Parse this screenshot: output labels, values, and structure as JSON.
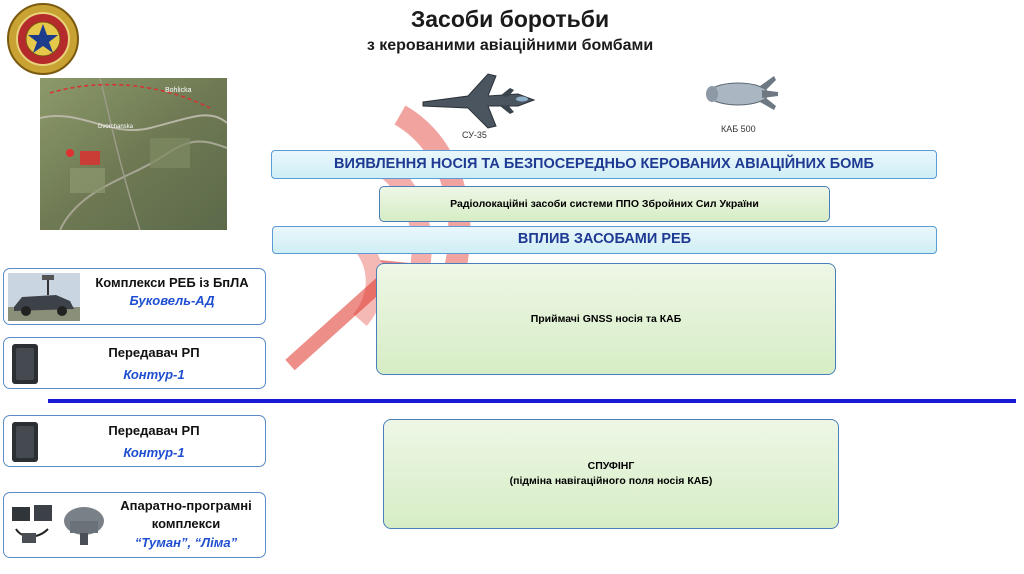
{
  "header": {
    "title": "Засоби боротьби",
    "subtitle": "з керованими авіаційними бомбами"
  },
  "aircraft": {
    "jet_label": "СУ-35",
    "bomb_label": "КАБ 500"
  },
  "map_labels": {
    "north": "Bohlicka",
    "city": "Dvorchanska"
  },
  "sections": {
    "detection_title": "ВИЯВЛЕННЯ НОСІЯ ТА БЕЗПОСЕРЕДНЬО КЕРОВАНИХ АВІАЦІЙНИХ БОМБ",
    "radar_text": "Радіолокаційні засоби системи ППО Збройних Сил України",
    "ew_title": "ВПЛИВ ЗАСОБАМИ РЕБ",
    "gnss_text": "Приймачі GNSS носія та КАБ",
    "spoofing_title": "СПУФІНГ",
    "spoofing_desc": "(підміна навігаційного поля носія КАБ)"
  },
  "cards": [
    {
      "line1": "Комплекси РЕБ із БпЛА",
      "line2": "Буковель-АД"
    },
    {
      "line1": "Передавач РП",
      "line2": "Контур-1"
    },
    {
      "line1": "Передавач РП",
      "line2": "Контур-1"
    },
    {
      "line1": "Апаратно-програмні",
      "line1b": "комплекси",
      "line2": "“Туман”, “Ліма”"
    }
  ],
  "colors": {
    "bar_text": "#1f3a93",
    "divider": "#1a1ad6",
    "accent_italic": "#1f4fd0",
    "arc_red": "#e0332a"
  }
}
